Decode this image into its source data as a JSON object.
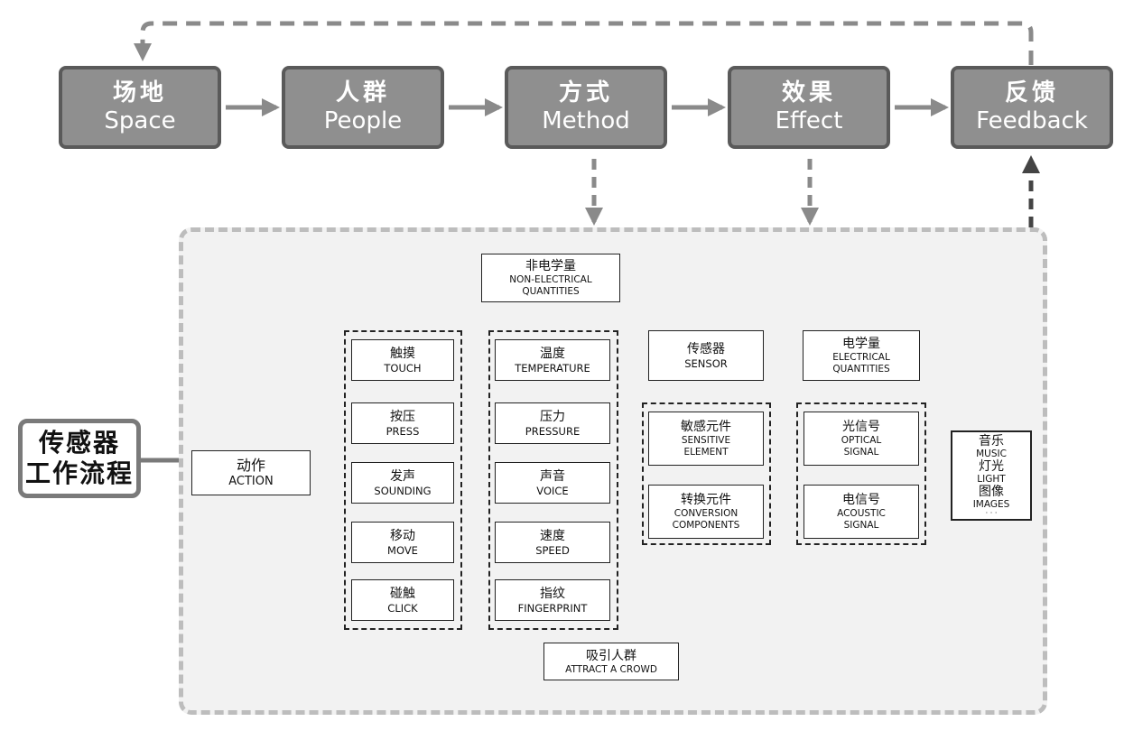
{
  "top_flow": [
    {
      "zh": "场地",
      "en": "Space"
    },
    {
      "zh": "人群",
      "en": "People"
    },
    {
      "zh": "方式",
      "en": "Method"
    },
    {
      "zh": "效果",
      "en": "Effect"
    },
    {
      "zh": "反馈",
      "en": "Feedback"
    }
  ],
  "side_label": {
    "line1": "传感器",
    "line2": "工作流程"
  },
  "action": {
    "zh": "动作",
    "en": "ACTION"
  },
  "actions": [
    {
      "zh": "触摸",
      "en": "TOUCH"
    },
    {
      "zh": "按压",
      "en": "PRESS"
    },
    {
      "zh": "发声",
      "en": "SOUNDING"
    },
    {
      "zh": "移动",
      "en": "MOVE"
    },
    {
      "zh": "碰触",
      "en": "CLICK"
    }
  ],
  "non_electrical": {
    "zh": "非电学量",
    "en1": "NON-ELECTRICAL",
    "en2": "QUANTITIES"
  },
  "quantities": [
    {
      "zh": "温度",
      "en": "TEMPERATURE"
    },
    {
      "zh": "压力",
      "en": "PRESSURE"
    },
    {
      "zh": "声音",
      "en": "VOICE"
    },
    {
      "zh": "速度",
      "en": "SPEED"
    },
    {
      "zh": "指纹",
      "en": "FINGERPRINT"
    }
  ],
  "sensor": {
    "zh": "传感器",
    "en": "SENSOR"
  },
  "sensor_parts": [
    {
      "zh": "敏感元件",
      "en1": "SENSITIVE",
      "en2": "ELEMENT"
    },
    {
      "zh": "转换元件",
      "en1": "CONVERSION",
      "en2": "COMPONENTS"
    }
  ],
  "electrical": {
    "zh": "电学量",
    "en1": "ELECTRICAL",
    "en2": "QUANTITIES"
  },
  "signals": [
    {
      "zh": "光信号",
      "en1": "OPTICAL",
      "en2": "SIGNAL"
    },
    {
      "zh": "电信号",
      "en1": "ACOUSTIC",
      "en2": "SIGNAL"
    }
  ],
  "outputs": {
    "music_zh": "音乐",
    "music_en": "MUSIC",
    "light_zh": "灯光",
    "light_en": "LIGHT",
    "images_zh": "图像",
    "images_en": "IMAGES",
    "more": "· · ·"
  },
  "attract": {
    "zh": "吸引人群",
    "en": "ATTRACT A CROWD"
  },
  "colors": {
    "top_fill": "#8f8f8f",
    "top_border": "#5a5a5a",
    "region_fill": "#f2f2f2",
    "region_border": "#bdbdbd",
    "line": "#222222"
  }
}
